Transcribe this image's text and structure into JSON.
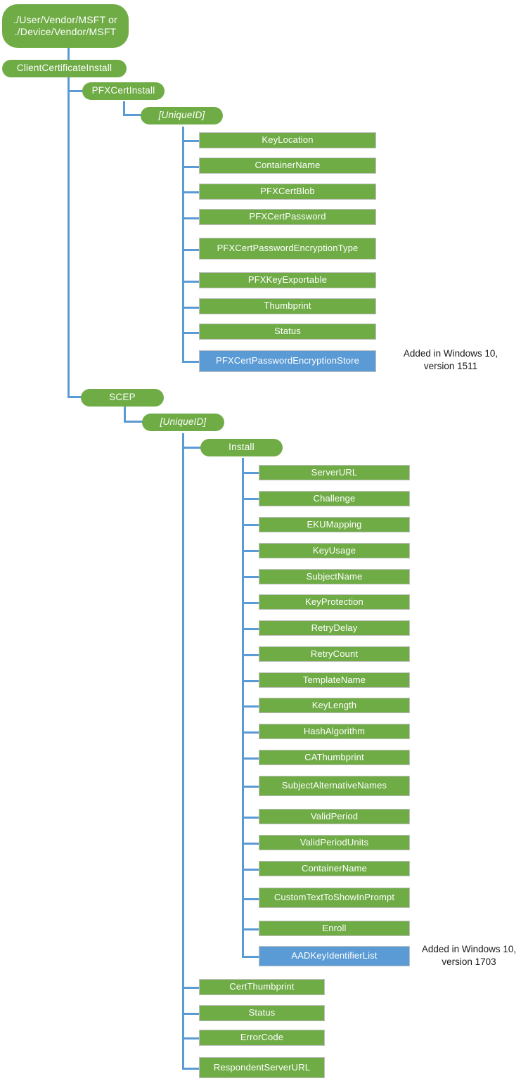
{
  "diagram": {
    "title": "ClientCertificateInstall CSP tree",
    "colors": {
      "node_green": "#6FAC46",
      "node_blue": "#5B9BD5",
      "connector": "#5B9BD5",
      "box_border": "#BFBFBF",
      "node_text": "#FFFFFF",
      "note_text": "#1A1A1A",
      "background": "#FFFFFF"
    },
    "root": "./User/Vendor/MSFT or\n./Device/Vendor/MSFT",
    "client_certificate_install": "ClientCertificateInstall",
    "pfx": {
      "node": "PFXCertInstall",
      "unique_id": "[UniqueID]",
      "leaves": [
        {
          "label": "KeyLocation",
          "color": "green"
        },
        {
          "label": "ContainerName",
          "color": "green"
        },
        {
          "label": "PFXCertBlob",
          "color": "green"
        },
        {
          "label": "PFXCertPassword",
          "color": "green"
        },
        {
          "label": "PFXCertPasswordEncryptionType",
          "color": "green"
        },
        {
          "label": "PFXKeyExportable",
          "color": "green"
        },
        {
          "label": "Thumbprint",
          "color": "green"
        },
        {
          "label": "Status",
          "color": "green"
        },
        {
          "label": "PFXCertPasswordEncryptionStore",
          "color": "blue"
        }
      ],
      "note": "Added in Windows 10,\nversion 1511"
    },
    "scep": {
      "node": "SCEP",
      "unique_id": "[UniqueID]",
      "install": {
        "node": "Install",
        "leaves": [
          {
            "label": "ServerURL",
            "color": "green"
          },
          {
            "label": "Challenge",
            "color": "green"
          },
          {
            "label": "EKUMapping",
            "color": "green"
          },
          {
            "label": "KeyUsage",
            "color": "green"
          },
          {
            "label": "SubjectName",
            "color": "green"
          },
          {
            "label": "KeyProtection",
            "color": "green"
          },
          {
            "label": "RetryDelay",
            "color": "green"
          },
          {
            "label": "RetryCount",
            "color": "green"
          },
          {
            "label": "TemplateName",
            "color": "green"
          },
          {
            "label": "KeyLength",
            "color": "green"
          },
          {
            "label": "HashAlgorithm",
            "color": "green"
          },
          {
            "label": "CAThumbprint",
            "color": "green"
          },
          {
            "label": "SubjectAlternativeNames",
            "color": "green"
          },
          {
            "label": "ValidPeriod",
            "color": "green"
          },
          {
            "label": "ValidPeriodUnits",
            "color": "green"
          },
          {
            "label": "ContainerName",
            "color": "green"
          },
          {
            "label": "CustomTextToShowInPrompt",
            "color": "green"
          },
          {
            "label": "Enroll",
            "color": "green"
          },
          {
            "label": "AADKeyIdentifierList",
            "color": "blue"
          }
        ],
        "note": "Added in Windows 10,\nversion 1703"
      },
      "leaves": [
        {
          "label": "CertThumbprint",
          "color": "green"
        },
        {
          "label": "Status",
          "color": "green"
        },
        {
          "label": "ErrorCode",
          "color": "green"
        },
        {
          "label": "RespondentServerURL",
          "color": "green"
        }
      ]
    }
  }
}
